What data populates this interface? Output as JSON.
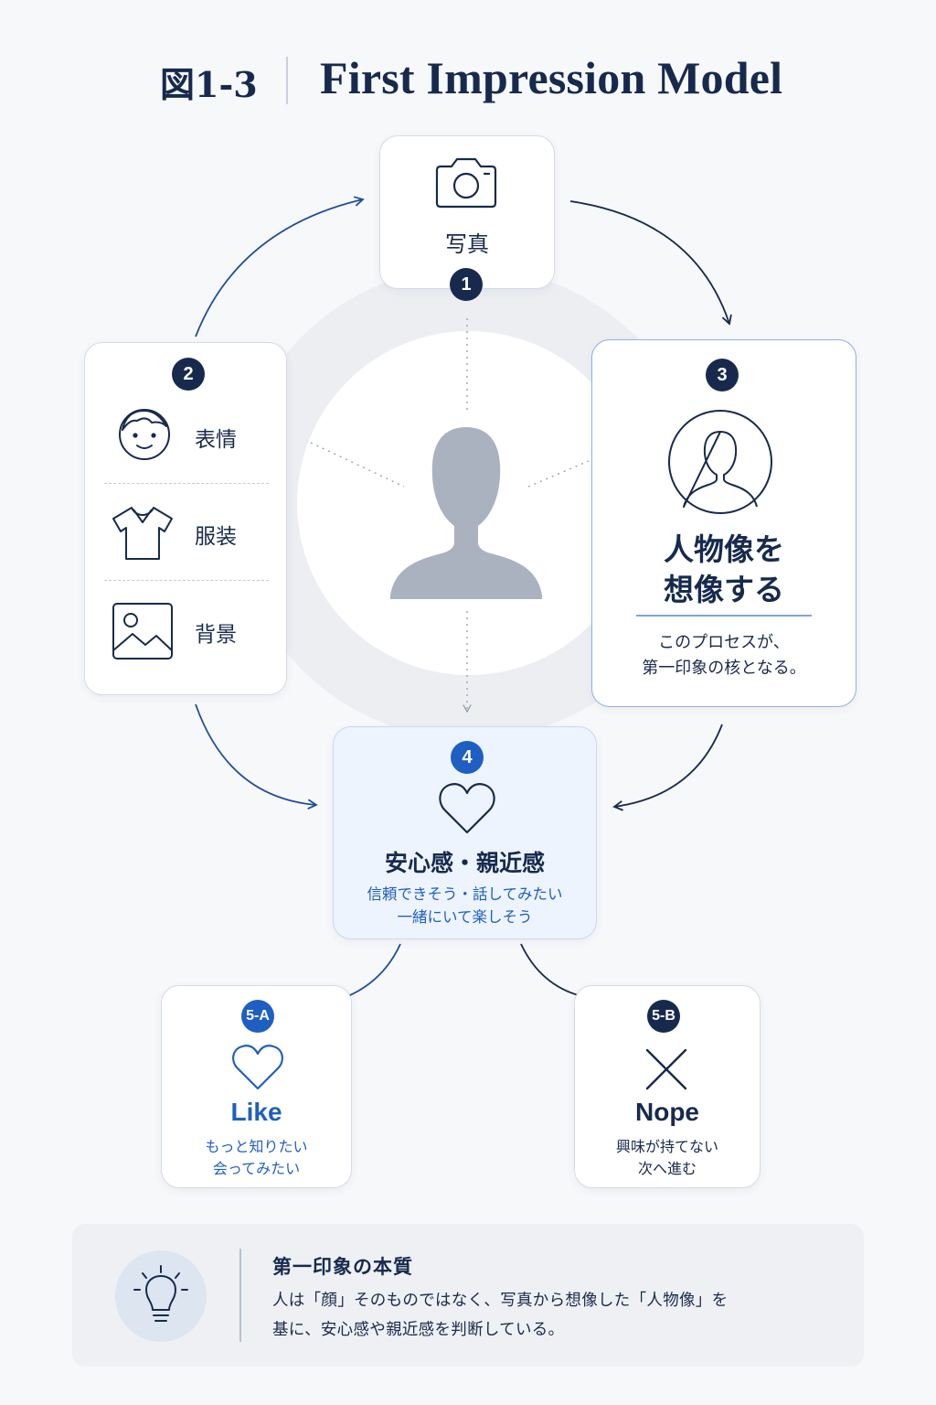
{
  "title": {
    "figure_number": "図1-3",
    "main": "First Impression Model"
  },
  "step1": {
    "badge": "1",
    "label": "写真",
    "icon": "camera-icon"
  },
  "step2": {
    "badge": "2",
    "items": [
      {
        "label": "表情",
        "icon": "face-icon"
      },
      {
        "label": "服装",
        "icon": "shirt-icon"
      },
      {
        "label": "背景",
        "icon": "image-icon"
      }
    ]
  },
  "step3": {
    "badge": "3",
    "title_line1": "人物像を",
    "title_line2": "想像する",
    "desc_line1": "このプロセスが、",
    "desc_line2": "第一印象の核となる。",
    "icon": "person-circle-icon"
  },
  "step4": {
    "badge": "4",
    "title": "安心感・親近感",
    "desc_line1": "信頼できそう・話してみたい",
    "desc_line2": "一緒にいて楽しそう",
    "icon": "heart-icon"
  },
  "step5a": {
    "badge": "5-A",
    "title": "Like",
    "desc_line1": "もっと知りたい",
    "desc_line2": "会ってみたい",
    "icon": "heart-icon"
  },
  "step5b": {
    "badge": "5-B",
    "title": "Nope",
    "desc_line1": "興味が持てない",
    "desc_line2": "次へ進む",
    "icon": "cross-icon"
  },
  "insight": {
    "title": "第一印象の本質",
    "line1": "人は「顔」そのものではなく、写真から想像した「人物像」を",
    "line2": "基に、安心感や親近感を判断している。",
    "icon": "lightbulb-icon"
  },
  "colors": {
    "navy": "#172a4e",
    "blue": "#1f5fc2",
    "silhouette": "#aab2c0",
    "background": "#f7f8fa"
  }
}
